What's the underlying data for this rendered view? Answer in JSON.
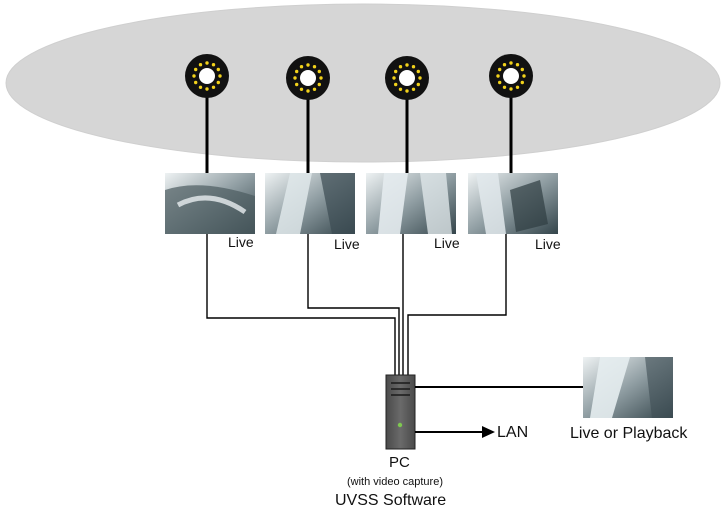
{
  "diagram": {
    "nodes": {
      "camera_labels": [
        "Live",
        "Live",
        "Live",
        "Live"
      ],
      "lan_label": "LAN",
      "monitor_label": "Live or Playback",
      "pc": {
        "title": "PC",
        "subtitle": "(with video capture)",
        "software": "UVSS Software"
      }
    },
    "edges": [
      {
        "from": "camera-1",
        "to": "pc"
      },
      {
        "from": "camera-2",
        "to": "pc"
      },
      {
        "from": "camera-3",
        "to": "pc"
      },
      {
        "from": "camera-4",
        "to": "pc"
      },
      {
        "from": "pc",
        "to": "monitor"
      },
      {
        "from": "pc",
        "to": "lan"
      }
    ]
  },
  "colors": {
    "vehicle_body": "#d6d6d6",
    "led": "#f2d21b",
    "pc_case": "#5c5c5c",
    "pc_light": "#7ec850",
    "line": "#000000"
  }
}
